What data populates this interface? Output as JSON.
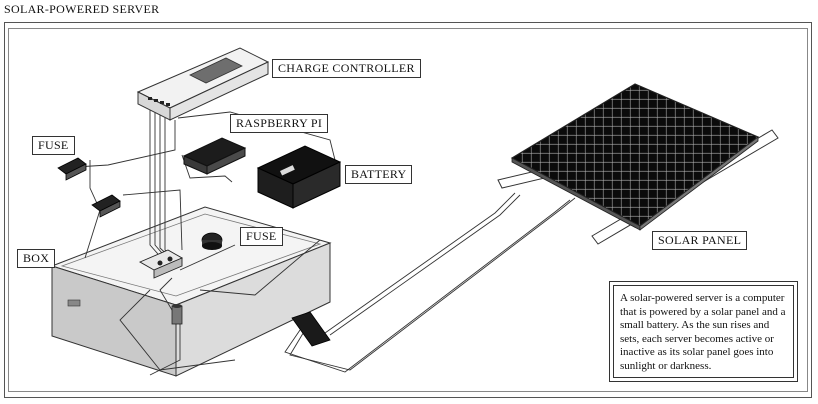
{
  "title": "SOLAR-POWERED SERVER",
  "labels": {
    "charge_controller": "CHARGE CONTROLLER",
    "raspberry_pi": "RASPBERRY PI",
    "battery": "BATTERY",
    "fuse_top": "FUSE",
    "fuse_box": "FUSE",
    "box": "BOX",
    "solar_panel": "SOLAR PANEL"
  },
  "description": "A solar-powered server is a computer that is powered by a solar panel and a small battery. As the sun rises and sets, each server becomes active or inactive as its solar panel goes into sunlight or darkness."
}
